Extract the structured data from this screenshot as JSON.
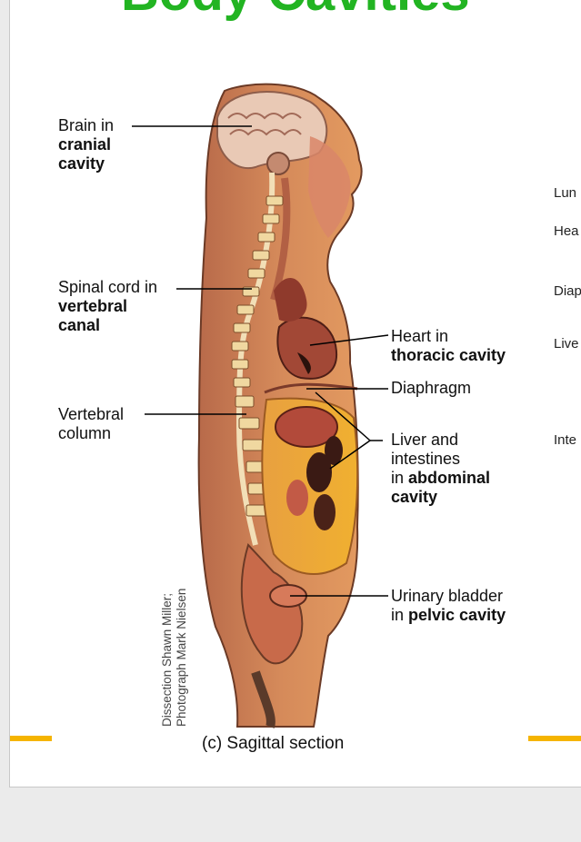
{
  "slide": {
    "title": "Body Cavities"
  },
  "labels_left": {
    "brain": {
      "line1": "Brain in",
      "line2": "cranial",
      "line3": "cavity"
    },
    "spinal": {
      "line1": "Spinal cord in",
      "line2": "vertebral",
      "line3": "canal"
    },
    "vertebral": {
      "line1": "Vertebral",
      "line2": "column"
    }
  },
  "labels_right": {
    "heart": {
      "line1": "Heart in",
      "line2": "thoracic cavity"
    },
    "diaphragm": {
      "line1": "Diaphragm"
    },
    "liver": {
      "line1": "Liver and",
      "line2": "intestines",
      "line3_prefix": "in ",
      "line3_bold": "abdominal",
      "line4": "cavity"
    },
    "bladder": {
      "line1": "Urinary bladder",
      "line2_prefix": "in ",
      "line2_bold": "pelvic cavity"
    }
  },
  "cut_off_labels": [
    "Lun",
    "Hea",
    "Diap",
    "Live",
    "Inte"
  ],
  "credit": {
    "line1": "Dissection Shawn Miller;",
    "line2": "Photograph Mark Nielsen"
  },
  "caption": "(c) Sagittal section",
  "colors": {
    "title": "#22b422",
    "accent_bar": "#f5b400"
  }
}
